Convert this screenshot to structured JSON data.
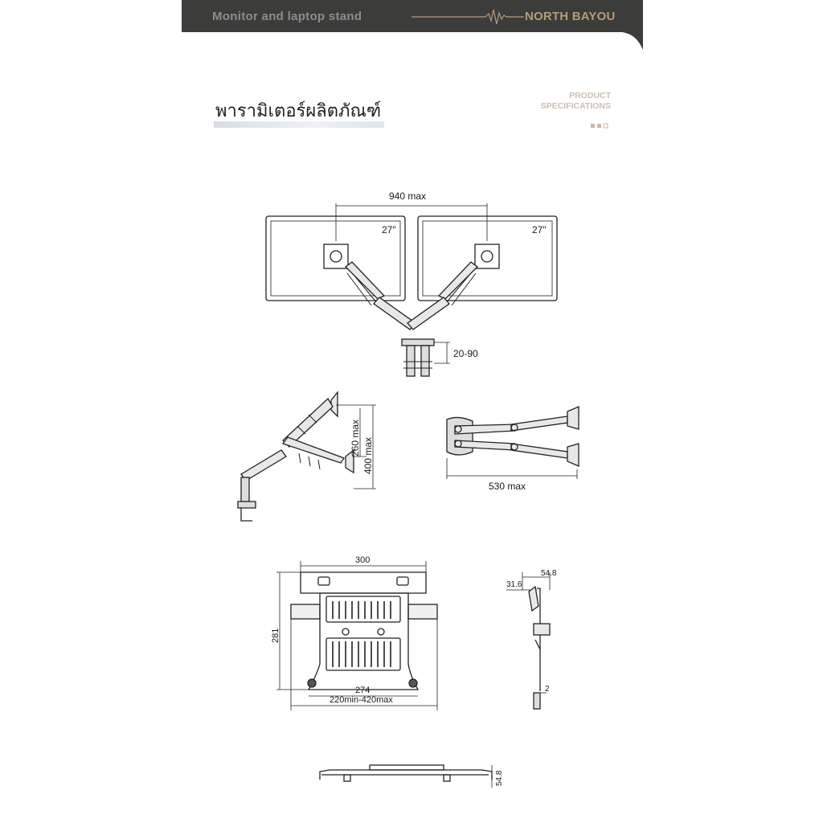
{
  "header": {
    "title": "Monitor and laptop stand",
    "brand": "NORTH BAYOU"
  },
  "section": {
    "title_th": "พารามิเตอร์ผลิตภัณฑ์",
    "title_en_line1": "PRODUCT",
    "title_en_line2": "SPECIFICATIONS"
  },
  "dual_view": {
    "span_label": "940  max",
    "monitor_left_size": "27\"",
    "monitor_right_size": "27\"",
    "clamp_label": "20-90"
  },
  "side_view": {
    "height_1": "260 max",
    "height_2": "400 max"
  },
  "top_view": {
    "reach_label": "530 max"
  },
  "tray_front": {
    "width_top": "300",
    "height": "281",
    "width_bottom": "274",
    "width_range": "220min-420max"
  },
  "tray_side": {
    "dim_a": "54.8",
    "dim_b": "31.6",
    "dim_c": "2"
  },
  "tray_bottom": {
    "thickness": "54.8"
  },
  "colors": {
    "header_bg": "#3c3c3b",
    "header_text": "#8c8c8c",
    "brand_gold": "#b59b78",
    "spec_text": "#cbbfae"
  }
}
